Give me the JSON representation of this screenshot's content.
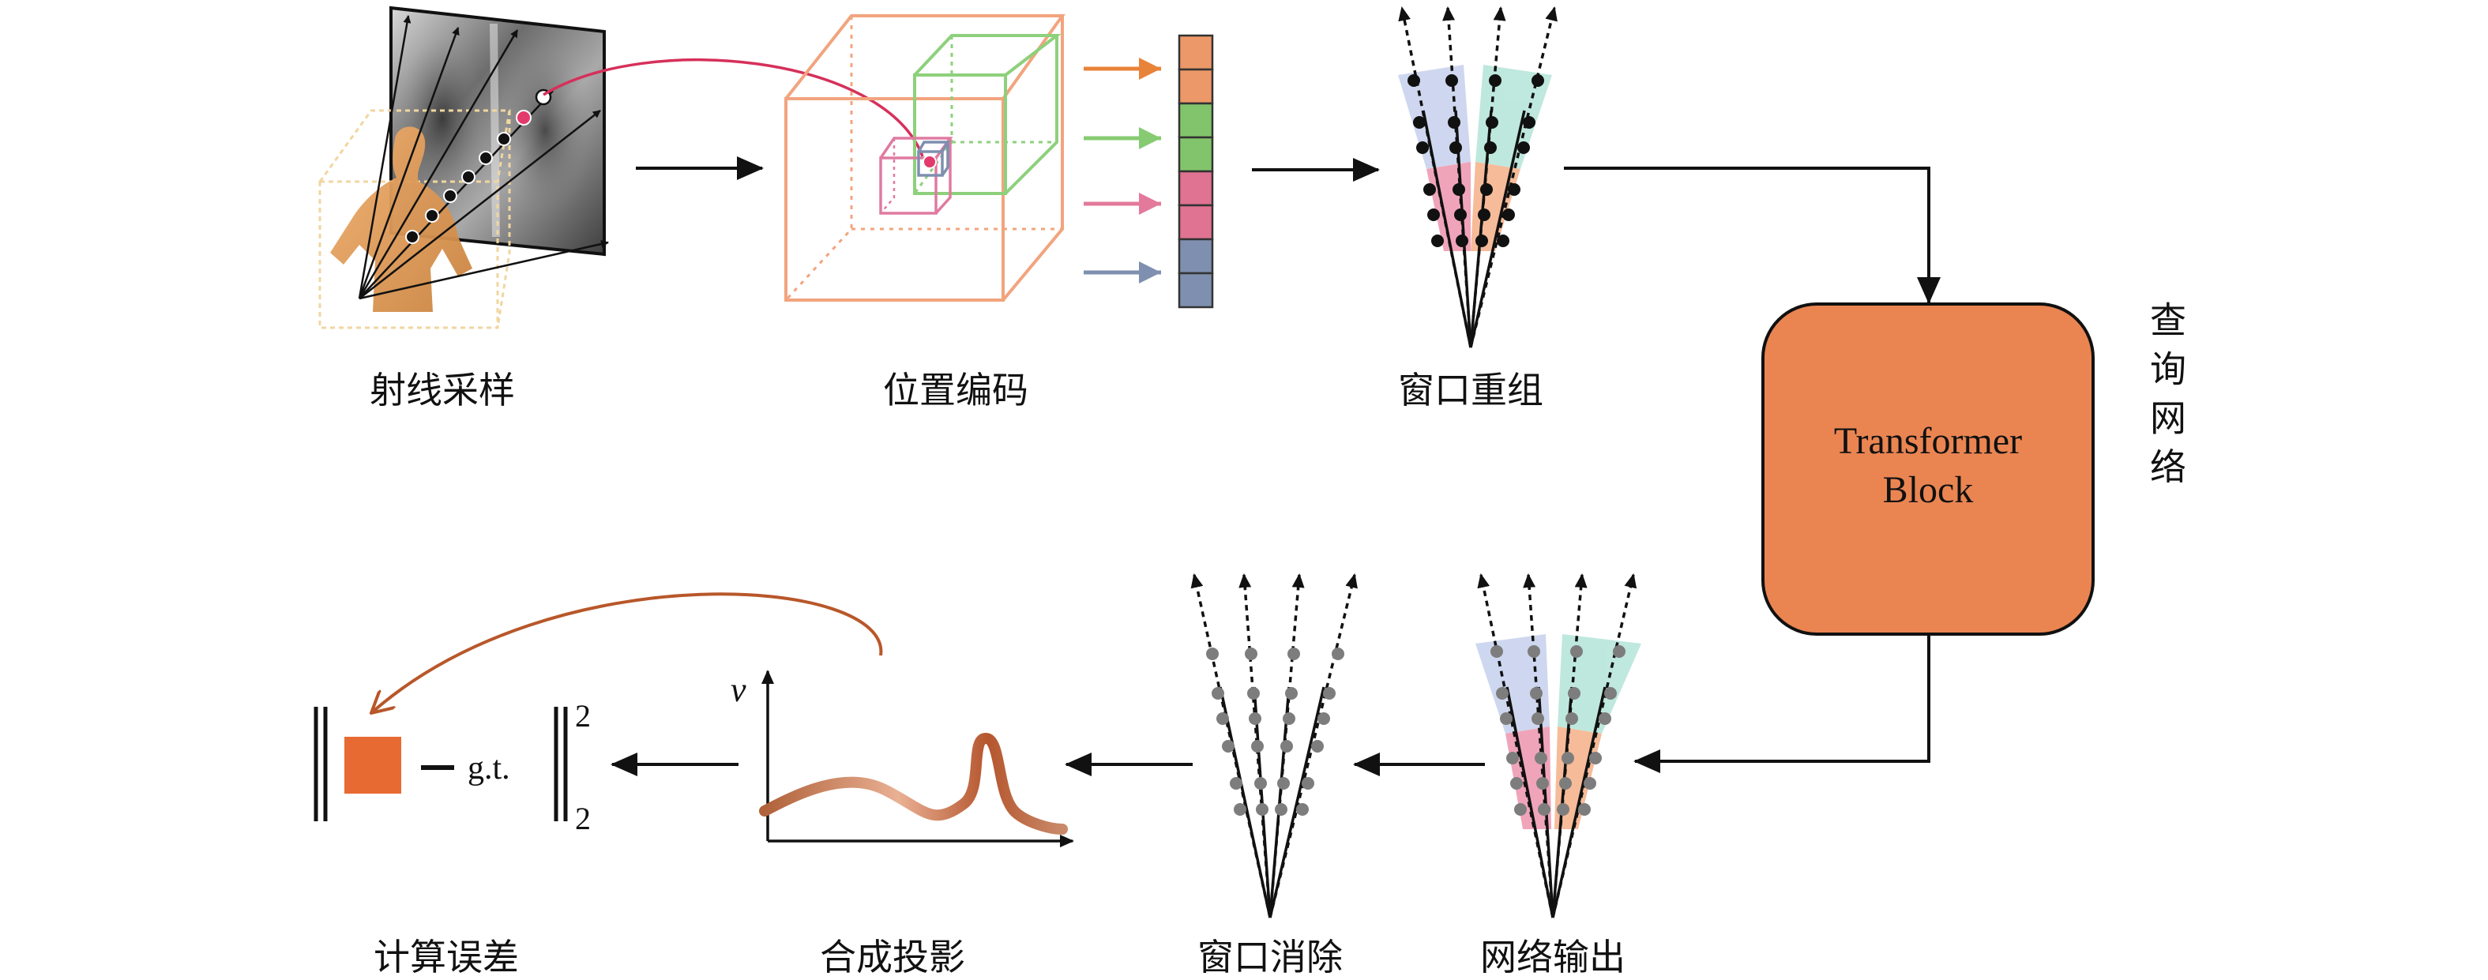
{
  "steps": {
    "ray_sampling": "射线采样",
    "positional_encoding": "位置编码",
    "window_regroup": "窗口重组",
    "query_network": "查询网络",
    "network_output": "网络输出",
    "window_removal": "窗口消除",
    "synthetic_projection": "合成投影",
    "compute_error": "计算误差"
  },
  "transformer_block": {
    "line1": "Transformer",
    "line2": "Block"
  },
  "loss": {
    "gt": "g.t.",
    "superscript": "2",
    "subscript": "2"
  },
  "plot": {
    "y_axis_label": "v"
  },
  "colors": {
    "orange": "#E8833A",
    "orange_light": "#F2A47E",
    "green": "#86CB72",
    "pink": "#E3799B",
    "blue_gray": "#7E8FAF",
    "box_fill": "#EA8552",
    "error_square": "#E86A33",
    "feedback_arrow": "#B8572A"
  }
}
